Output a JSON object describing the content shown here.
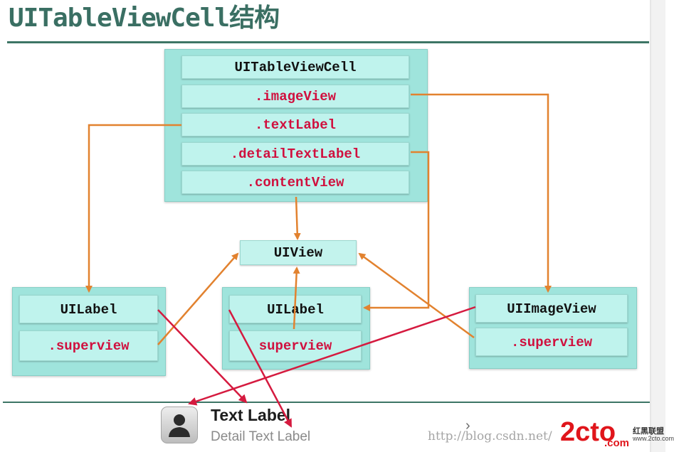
{
  "slide": {
    "title": "UITableViewCell结构"
  },
  "colors": {
    "panel": "#9fe4dc",
    "row": "#bff3ed",
    "property_text": "#d0103e",
    "class_text": "#111111",
    "orange_arrow": "#e2822f",
    "red_arrow": "#d51a3f",
    "rule": "#3d7565"
  },
  "cell_box": {
    "class_name": "UITableViewCell",
    "properties": [
      ".imageView",
      ".textLabel",
      ".detailTextLabel",
      ".contentView"
    ]
  },
  "uiview_box": {
    "class_name": "UIView"
  },
  "label_box_left": {
    "class_name": "UILabel",
    "property": ".superview"
  },
  "label_box_middle": {
    "class_name": "UILabel",
    "property": "superview"
  },
  "imageview_box": {
    "class_name": "UIImageView",
    "property": ".superview"
  },
  "sample_cell": {
    "avatar_icon": "person-silhouette-icon",
    "text_label": "Text Label",
    "detail_text_label": "Detail Text Label",
    "accessory_icon": "chevron-right-icon",
    "accessory_glyph": "›"
  },
  "watermark": {
    "url": "http://blog.csdn.net/",
    "logo_text": "2cto",
    "logo_domain": ".com",
    "site_name_cn": "红黑联盟",
    "site_url": "www.2cto.com"
  }
}
